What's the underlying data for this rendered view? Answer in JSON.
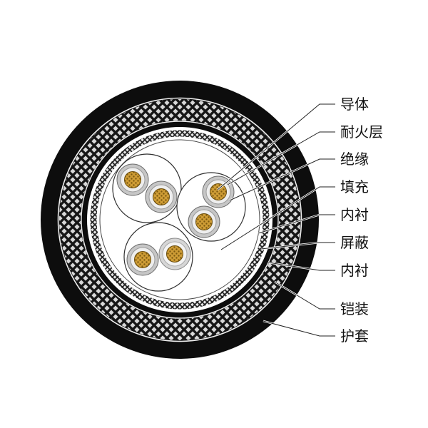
{
  "figure": {
    "type": "cable-cross-section-diagram",
    "description": "Fire-resistant shielded armored cable cross section with three insulated conductor pairs"
  },
  "labels": [
    {
      "id": "conductor",
      "text": "导体"
    },
    {
      "id": "fire-resistant-layer",
      "text": "耐火层"
    },
    {
      "id": "insulation",
      "text": "绝缘"
    },
    {
      "id": "filler",
      "text": "填充"
    },
    {
      "id": "inner-liner-1",
      "text": "内衬"
    },
    {
      "id": "shield",
      "text": "屏蔽"
    },
    {
      "id": "inner-liner-2",
      "text": "内衬"
    },
    {
      "id": "armor",
      "text": "铠装"
    },
    {
      "id": "sheath",
      "text": "护套"
    }
  ],
  "colors": {
    "sheath_black": "#0d0d0d",
    "armor_hatch": "#161616",
    "conductor_gold": "#cf9d36",
    "conductor_dot": "#7d5a10",
    "insulation_gray": "#c6c6c6",
    "fire_layer_gray": "#eeeeee",
    "leader_line": "#222222",
    "background": "#ffffff"
  }
}
